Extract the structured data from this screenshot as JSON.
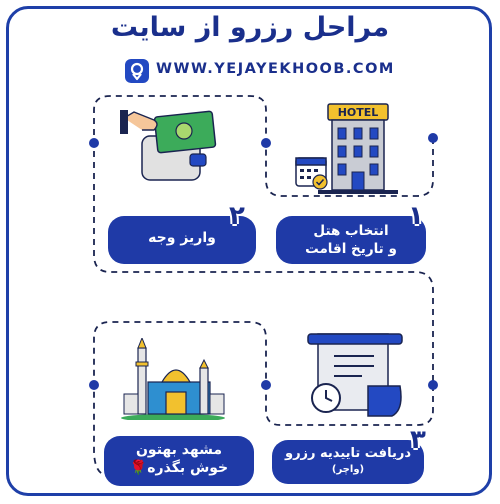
{
  "title": "مراحل رزرو از سایت",
  "website": "WWW.YEJAYEKHOOB.COM",
  "steps": [
    {
      "number": "۱",
      "line1": "انتخاب هتل",
      "line2": "و تاریخ اقامت",
      "illustration": "hotel-calendar-icon",
      "hotel_sign": "HOTEL"
    },
    {
      "number": "۲",
      "line1": "واریز وجه",
      "illustration": "wallet-money-icon"
    },
    {
      "number": "۳",
      "line1": "دریافت تاییدیه رزرو",
      "line2": "(واچر)",
      "illustration": "voucher-receipt-icon"
    },
    {
      "number": "",
      "line1": "مشهد بهتون",
      "line2": "خوش بگذره",
      "illustration": "shrine-mosque-icon",
      "emoji": "🌹"
    }
  ],
  "colors": {
    "primary": "#1f3aa7",
    "dark": "#1a2f8c",
    "accent": "#f2c12e",
    "green": "#2e9c4f"
  }
}
